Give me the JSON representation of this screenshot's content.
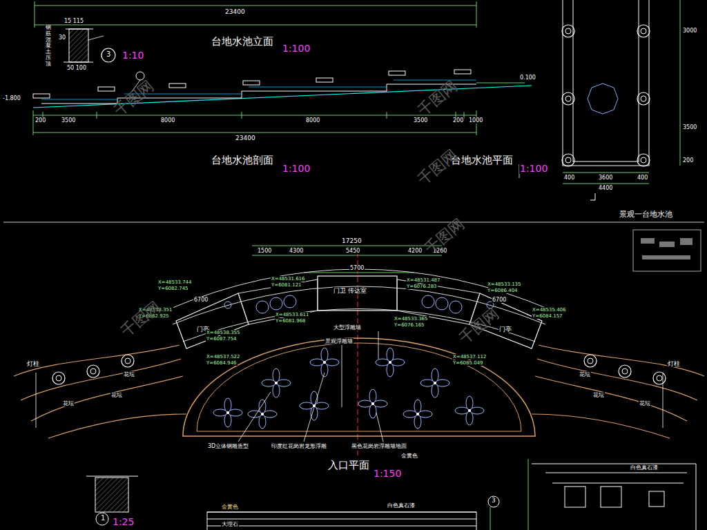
{
  "diagram": {
    "labels": [
      "23400",
      "15 115",
      "30",
      "50 100",
      "钢筋混凝土压顶",
      "3",
      "1:10",
      "台地水池立面",
      "1:100",
      "-1.800",
      "0.100",
      "200",
      "3500",
      "8000",
      "8000",
      "3500",
      "200",
      "1000",
      "23400",
      "台地水池剖面",
      "1:100",
      "台地水池平面",
      "1:100",
      "3000",
      "3500",
      "200",
      "400",
      "3600",
      "400",
      "4400",
      "景观一台地水池",
      "17250",
      "1500",
      "4300",
      "5450",
      "4200",
      "1260",
      "5700",
      "门卫 传达室",
      "6700",
      "6700",
      "门亭",
      "门亭",
      "灯柱",
      "灯柱",
      "花坛",
      "花坛",
      "花坛",
      "花坛",
      "花坛",
      "花坛",
      "大型浮雕墙",
      "景观浮雕墙",
      "3D立体钢雕造型",
      "印度红花岗岩龙形浮雕",
      "黑色花岗岩浮雕墙地面",
      "金黄色",
      "入口平面",
      "1:150",
      "X=48533.744",
      "Y=6082.745",
      "X=48538.351",
      "Y=6082.925",
      "X=48538.355",
      "Y=6087.754",
      "X=48537.522",
      "Y=6084.946",
      "X=48533.611",
      "Y=6081.968",
      "X=48531.616",
      "Y=6081.121",
      "X=48531.487",
      "Y=6076.283",
      "X=48533.365",
      "Y=6076.165",
      "X=48533.135",
      "Y=6086.404",
      "X=48535.406",
      "Y=6084.157",
      "X=48537.112",
      "Y=6085.049",
      "1",
      "1:25",
      "白色真石漆",
      "白色真石漆",
      "金黄色",
      "大理石",
      "3",
      "千图网",
      "千图网",
      "千图网",
      "千图网",
      "千图网",
      "千图网"
    ]
  }
}
